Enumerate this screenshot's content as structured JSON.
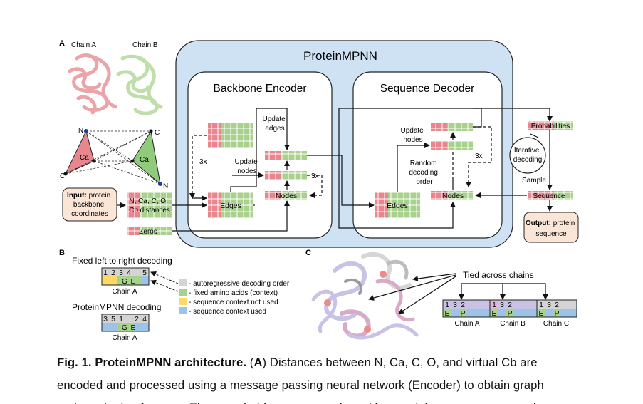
{
  "panel_a": {
    "letter": "A",
    "chain_a": "Chain A",
    "chain_b": "Chain B",
    "main_title": "ProteinMPNN",
    "encoder_title": "Backbone Encoder",
    "decoder_title": "Sequence Decoder",
    "atom_n": "N",
    "atom_c": "C",
    "atom_ca": "Ca",
    "input_label_bold": "Input:",
    "input_label_rest": [
      "protein",
      "backbone",
      "coordinates"
    ],
    "distances_label": [
      "N, Ca, C, O,",
      "Cb distances"
    ],
    "zeros_label": "Zeros",
    "edges_label": "Edges",
    "nodes_label": "Nodes",
    "update_edges": [
      "Update",
      "edges"
    ],
    "update_nodes": [
      "Update",
      "nodes"
    ],
    "repeat_3x": "3x",
    "random_order": [
      "Random",
      "decoding",
      "order"
    ],
    "probabilities": "Probabilities",
    "iterative": [
      "Iterative",
      "decoding"
    ],
    "sample": "Sample",
    "sequence": "Sequence",
    "output_bold": "Output:",
    "output_rest": [
      "protein",
      "sequence"
    ]
  },
  "panel_b": {
    "letter": "B",
    "fixed_title": "Fixed left to right decoding",
    "fixed_numbers": [
      "1",
      "2",
      "3",
      "4",
      "5"
    ],
    "fixed_residues": [
      "",
      "",
      "G",
      "E",
      ""
    ],
    "chain_label": "Chain A",
    "mpnn_title": "ProteinMPNN decoding",
    "mpnn_numbers": [
      "3",
      "5",
      "1",
      "2",
      "4"
    ],
    "mpnn_residues": [
      "",
      "",
      "G",
      "E",
      ""
    ],
    "legend": [
      {
        "label": "- autoregressive decoding order",
        "color": "#d4d4d4"
      },
      {
        "label": "- fixed amino acids (context)",
        "color": "#a9d18e"
      },
      {
        "label": "- sequence context not used",
        "color": "#ffd966"
      },
      {
        "label": "- sequence context used",
        "color": "#9dc3e6"
      }
    ]
  },
  "panel_c": {
    "letter": "C",
    "tied_label": "Tied across chains",
    "chains": [
      {
        "name": "Chain A",
        "numbers": [
          "1",
          "3",
          "2"
        ],
        "residues": [
          "E",
          "",
          "P"
        ]
      },
      {
        "name": "Chain B",
        "numbers": [
          "1",
          "3",
          "2"
        ],
        "residues": [
          "E",
          "",
          "P"
        ]
      },
      {
        "name": "Chain C",
        "numbers": [
          "1",
          "3",
          "2"
        ],
        "residues": [
          "E",
          "",
          "P"
        ]
      }
    ]
  },
  "caption": {
    "fig": "Fig. 1. ProteinMPNN architecture.",
    "paren_open": " (",
    "a_letter": "A",
    "paren_close": ")",
    "line1_rest": " Distances between N, Ca, C, O, and virtual Cb are",
    "line2": "encoded and processed using a message passing neural network (Encoder) to obtain graph",
    "line3": "node and edge features. The encoded features, together with a partial sequence, are used to"
  },
  "colors": {
    "red": "#e06c75",
    "green": "#a9d18e",
    "blue_bg": "#cfe2f3",
    "box_border": "#222222",
    "peach": "#fbe5d6"
  }
}
